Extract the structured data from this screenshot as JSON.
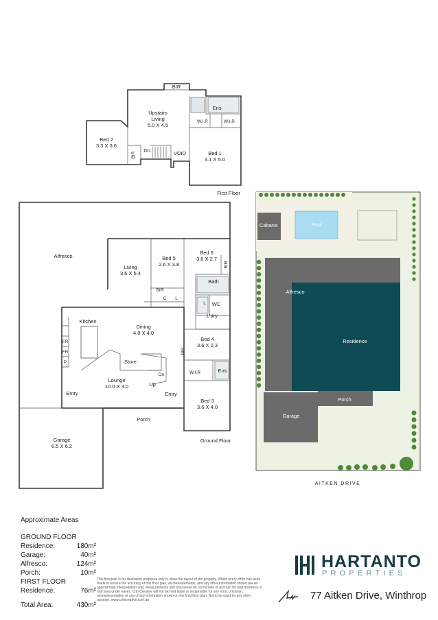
{
  "first_floor": {
    "title": "First Floor",
    "rooms": {
      "bir_top": "BIR",
      "upstairs_living_name": "Upstairs",
      "upstairs_living_name2": "Living",
      "upstairs_living_dim": "5.0 X 4.5",
      "ens": "Ens",
      "wir1": "W.I.R",
      "wir2": "W.I.R",
      "bed2_name": "Bed 2",
      "bed2_dim": "3.3 X 3.6",
      "bir_bed2": "BIR",
      "dn": "Dn",
      "void": "VOID",
      "bed1_name": "Bed 1",
      "bed1_dim": "4.1 X 5.0"
    }
  },
  "ground_floor": {
    "title": "Ground Floor",
    "rooms": {
      "alfresco": "Alfresco",
      "living_name": "Living",
      "living_dim": "3.6 X 5.4",
      "bed5_name": "Bed 5",
      "bed5_dim": "2.6 X 3.8",
      "bed6_name": "Bed 6",
      "bed6_dim": "3.6 X 2.7",
      "bir_bed6": "BIR",
      "bir_bed5": "BIR",
      "c": "C",
      "l1": "L",
      "bath": "Bath",
      "l2": "L",
      "wc": "WC",
      "ldry": "L'dry",
      "kitchen": "Kitchen",
      "dining_name": "Dining",
      "dining_dim": "4.8 X 4.0",
      "fr1": "FR",
      "fr2": "FR",
      "p": "P",
      "bed4_name": "Bed 4",
      "bed4_dim": "3.6 X 2.3",
      "bir_bed4": "BIR",
      "store": "Store",
      "dn": "Dn",
      "up": "Up",
      "wir": "W.I.R",
      "ens": "Ens",
      "lounge_name": "Lounge",
      "lounge_dim": "10.0 X 3.0",
      "entry1": "Entry",
      "entry2": "Entry",
      "porch": "Porch",
      "bed3_name": "Bed 3",
      "bed3_dim": "3.6 X 4.0",
      "garage_name": "Garage",
      "garage_dim": "6.5 X 6.2"
    }
  },
  "site_plan": {
    "cabana": "Cabana",
    "pool": "Pool",
    "alfresco": "Alfresco",
    "residence": "Residence",
    "porch": "Porch",
    "garage": "Garage",
    "street": "AITKEN DRIVE"
  },
  "areas": {
    "title": "Approximate Areas",
    "ground_floor_heading": "GROUND FLOOR",
    "ground_rows": [
      {
        "label": "Residence:",
        "value": "180m²"
      },
      {
        "label": "Garage:",
        "value": "40m²"
      },
      {
        "label": "Alfresco:",
        "value": "124m²"
      },
      {
        "label": "Porch:",
        "value": "10m²"
      }
    ],
    "first_floor_heading": "FIRST FLOOR",
    "first_rows": [
      {
        "label": "Residence:",
        "value": "76m²"
      }
    ],
    "total_label": "Total Area:",
    "total_value": "430m²"
  },
  "disclaimer": "This floorplan is for illustration purposes only to show the layout of the property. Whilst every effort has been made to ensure the accuracy of this floor plan, all measurements, and any other information shown are an approximate interpretation only. Measurements and total areas do not include or account for wall thickness or roof area under eaves. Crib Creative will not be held liable or responsible for any error, omission, misrepresentation or use of any information shown on the final floor plan. Not to be used for any other purpose. www.cribcreative.com.au",
  "brand": {
    "name": "HARTANTO",
    "sub": "PROPERTIES",
    "color": "#163c44"
  },
  "address": "77 Aitken Drive, Winthrop",
  "colors": {
    "residence": "#0f4b54",
    "structure": "#6b6b6b",
    "lawn": "#eef2e4",
    "pool": "#a9dcf0",
    "hedge": "#4e8a3a"
  },
  "icons": {
    "compass": "north-arrow-icon",
    "logo": "hartanto-logo-icon"
  }
}
